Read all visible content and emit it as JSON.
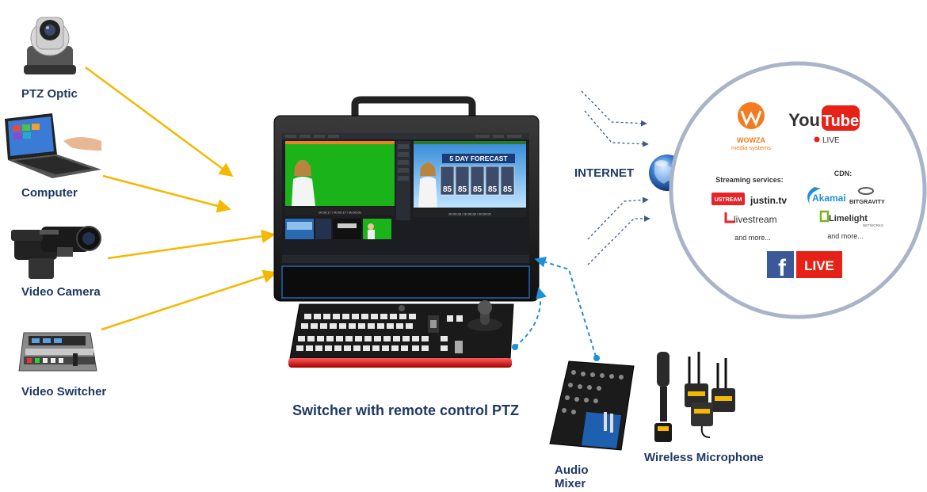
{
  "sources": {
    "ptz": "PTZ Optic",
    "computer": "Computer",
    "camera": "Video Camera",
    "switcher": "Video Switcher"
  },
  "internet_label": "INTERNET",
  "main_caption": "Switcher with remote control PTZ",
  "peripherals": {
    "audio_mixer_line1": "Audio",
    "audio_mixer_line2": "Mixer",
    "wireless_mic": "Wireless Microphone"
  },
  "streaming": {
    "wowza": "WOWZA",
    "wowza_sub": "media systems",
    "youtube_you": "You",
    "youtube_tube": "Tube",
    "youtube_live": "LIVE",
    "services_title": "Streaming services:",
    "cdn_title": "CDN:",
    "ustream": "USTREAM",
    "justintv": "justin.tv",
    "akamai": "Akamai",
    "bitgravity": "BITGRAVITY",
    "livestream": "livestream",
    "limelight": "Limelight",
    "limelight_sub": "NETWORKS",
    "and_more_left": "and more...",
    "and_more_right": "and more...",
    "facebook_f": "f",
    "facebook_live": "LIVE"
  },
  "screen": {
    "forecast_title": "5 DAY FORECAST",
    "temps": [
      "85",
      "85",
      "85",
      "85",
      "85"
    ],
    "time_left": "00:00:17 / 00:00:17 / 00:00:00",
    "time_right": "00:00:28 / 00:00:28 / 00:00:00"
  },
  "colors": {
    "arrow_yellow": "#f5b800",
    "arrow_blue": "#1f8fd8",
    "label_navy": "#1f3864",
    "youtube_red": "#e62117",
    "wowza_orange": "#f47b20",
    "facebook_blue": "#3b5998"
  }
}
